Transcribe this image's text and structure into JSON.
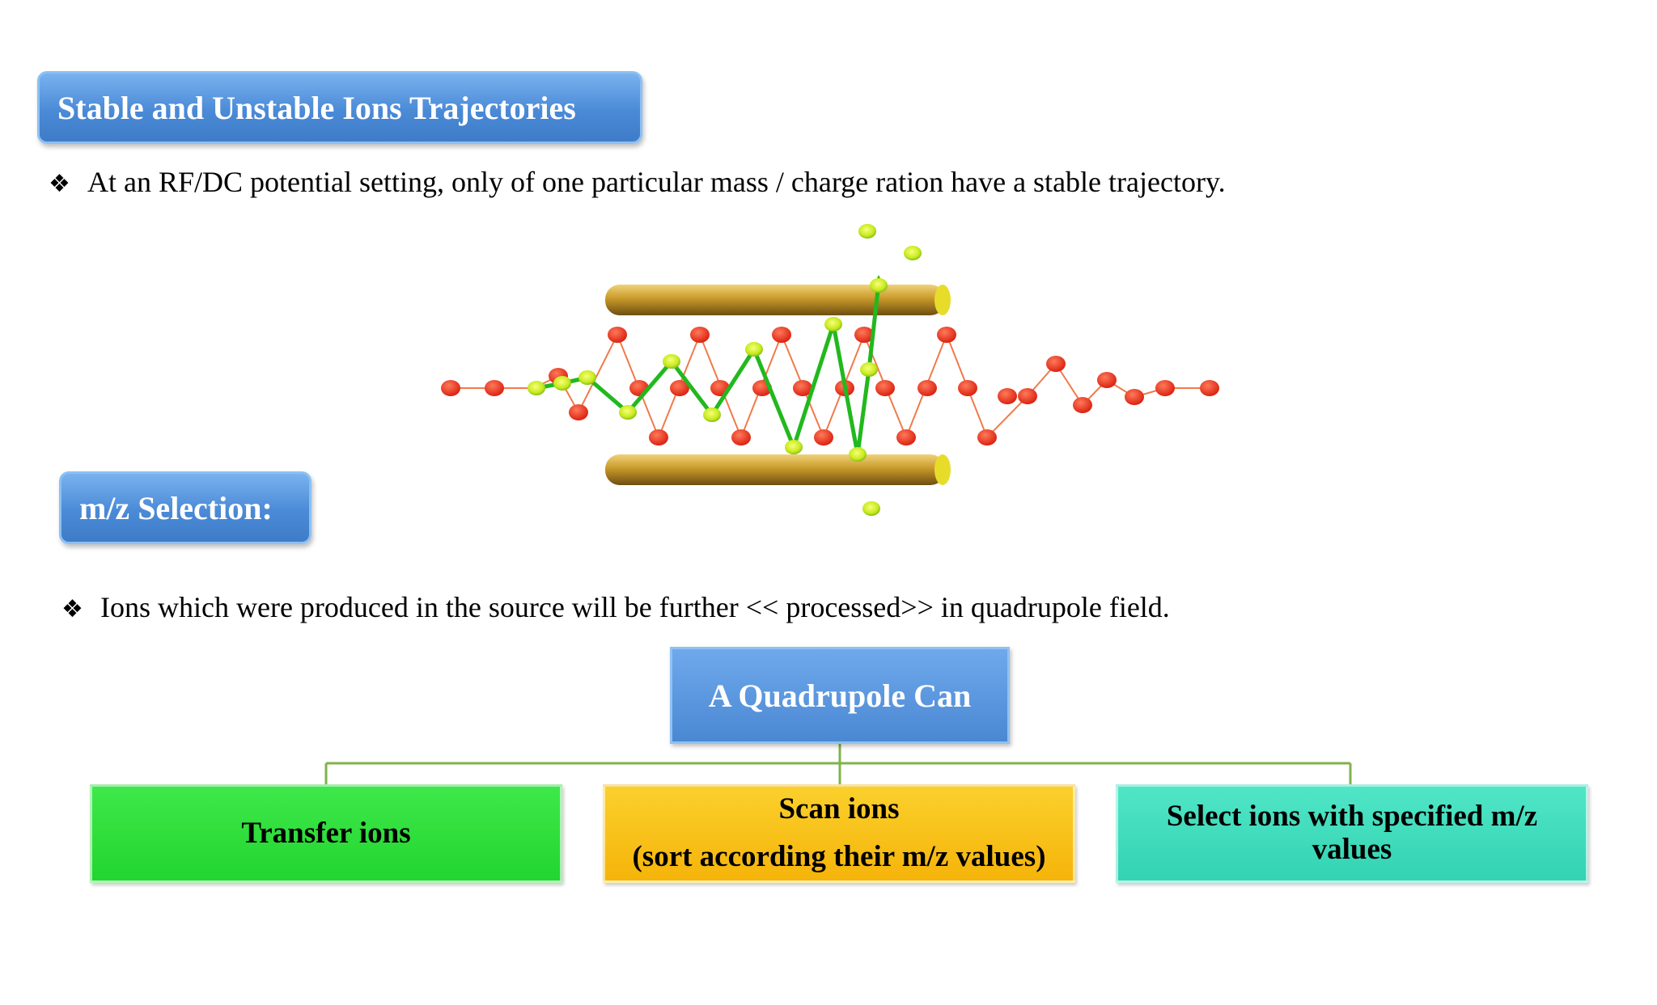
{
  "title": "Stable and Unstable Ions Trajectories",
  "bullet1": "At an RF/DC potential setting, only of one particular mass / charge ration have a stable trajectory.",
  "section_title": "m/z Selection:",
  "bullet2": "Ions which were produced in the source will be further << processed>> in quadrupole field.",
  "bullet_symbol": "❖",
  "hierarchy": {
    "root": "A Quadrupole Can",
    "children": {
      "transfer": "Transfer ions",
      "scan_line1": "Scan ions",
      "scan_line2": "(sort according their m/z values)",
      "select_line1": "Select ions with specified m/z",
      "select_line2": "values"
    }
  },
  "colors": {
    "banner_blue": "#4a8ad6",
    "stable_ion": "#e8321a",
    "unstable_ion": "#c8e81a",
    "unstable_path": "#22b81e",
    "rod_gold": "#c9a030",
    "connector": "#7fb34c",
    "transfer_fill": "#2ee03a",
    "scan_fill": "#f8c215",
    "select_fill": "#3ed9b9"
  }
}
